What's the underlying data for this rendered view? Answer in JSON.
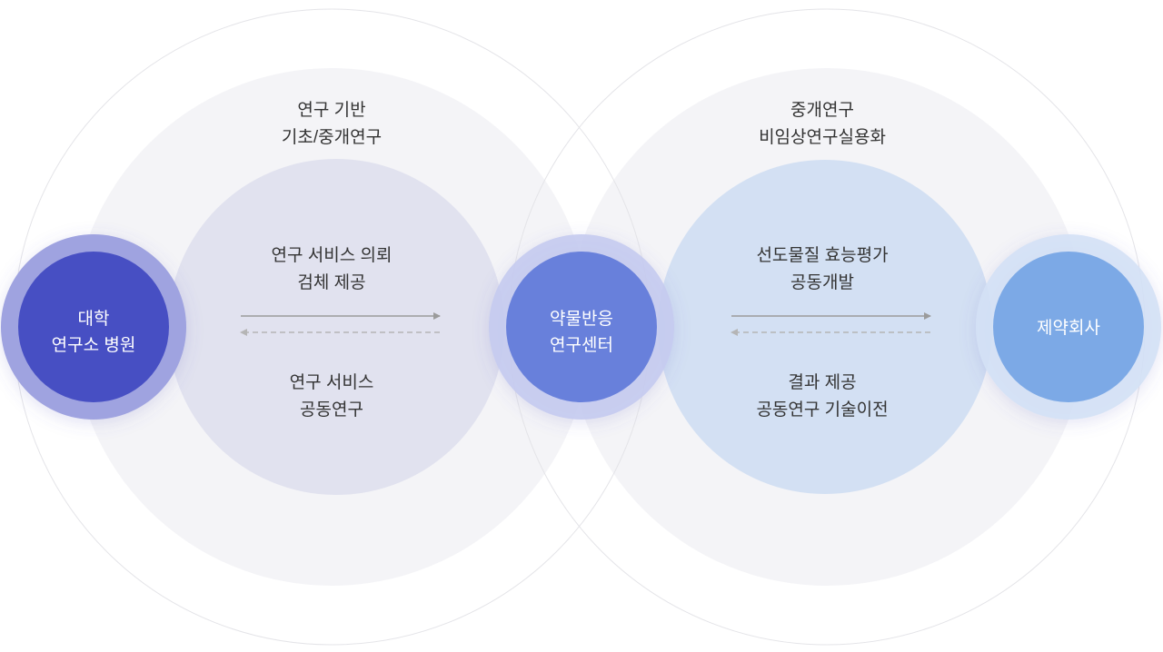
{
  "nodes": {
    "university": {
      "lines": [
        "대학",
        "연구소 병원"
      ]
    },
    "center": {
      "lines": [
        "약물반응",
        "연구센터"
      ]
    },
    "pharma": {
      "lines": [
        "제약회사"
      ]
    }
  },
  "zones": {
    "left": {
      "heading": [
        "연구 기반",
        "기초/중개연구"
      ],
      "request": [
        "연구 서비스 의뢰",
        "검체 제공"
      ],
      "response": [
        "연구 서비스",
        "공동연구"
      ]
    },
    "right": {
      "heading": [
        "중개연구",
        "비임상연구실용화"
      ],
      "request": [
        "선도물질 효능평가",
        "공동개발"
      ],
      "response": [
        "결과 제공",
        "공동연구 기술이전"
      ]
    }
  },
  "colors": {
    "university_node": "#474fc3",
    "university_ring": "#9fa3e0",
    "center_node": "#6880db",
    "center_ring": "#c5cbf0",
    "pharma_node": "#7ca9e6",
    "pharma_ring": "#d4e1f6",
    "left_inner": "#e1e2ef",
    "right_inner": "#d3e0f3",
    "zone_fill": "#ebebf0",
    "zone_outline": "#e4e4e8",
    "arrow_solid": "#9b9b9b",
    "arrow_dashed": "#b5b5b5"
  }
}
